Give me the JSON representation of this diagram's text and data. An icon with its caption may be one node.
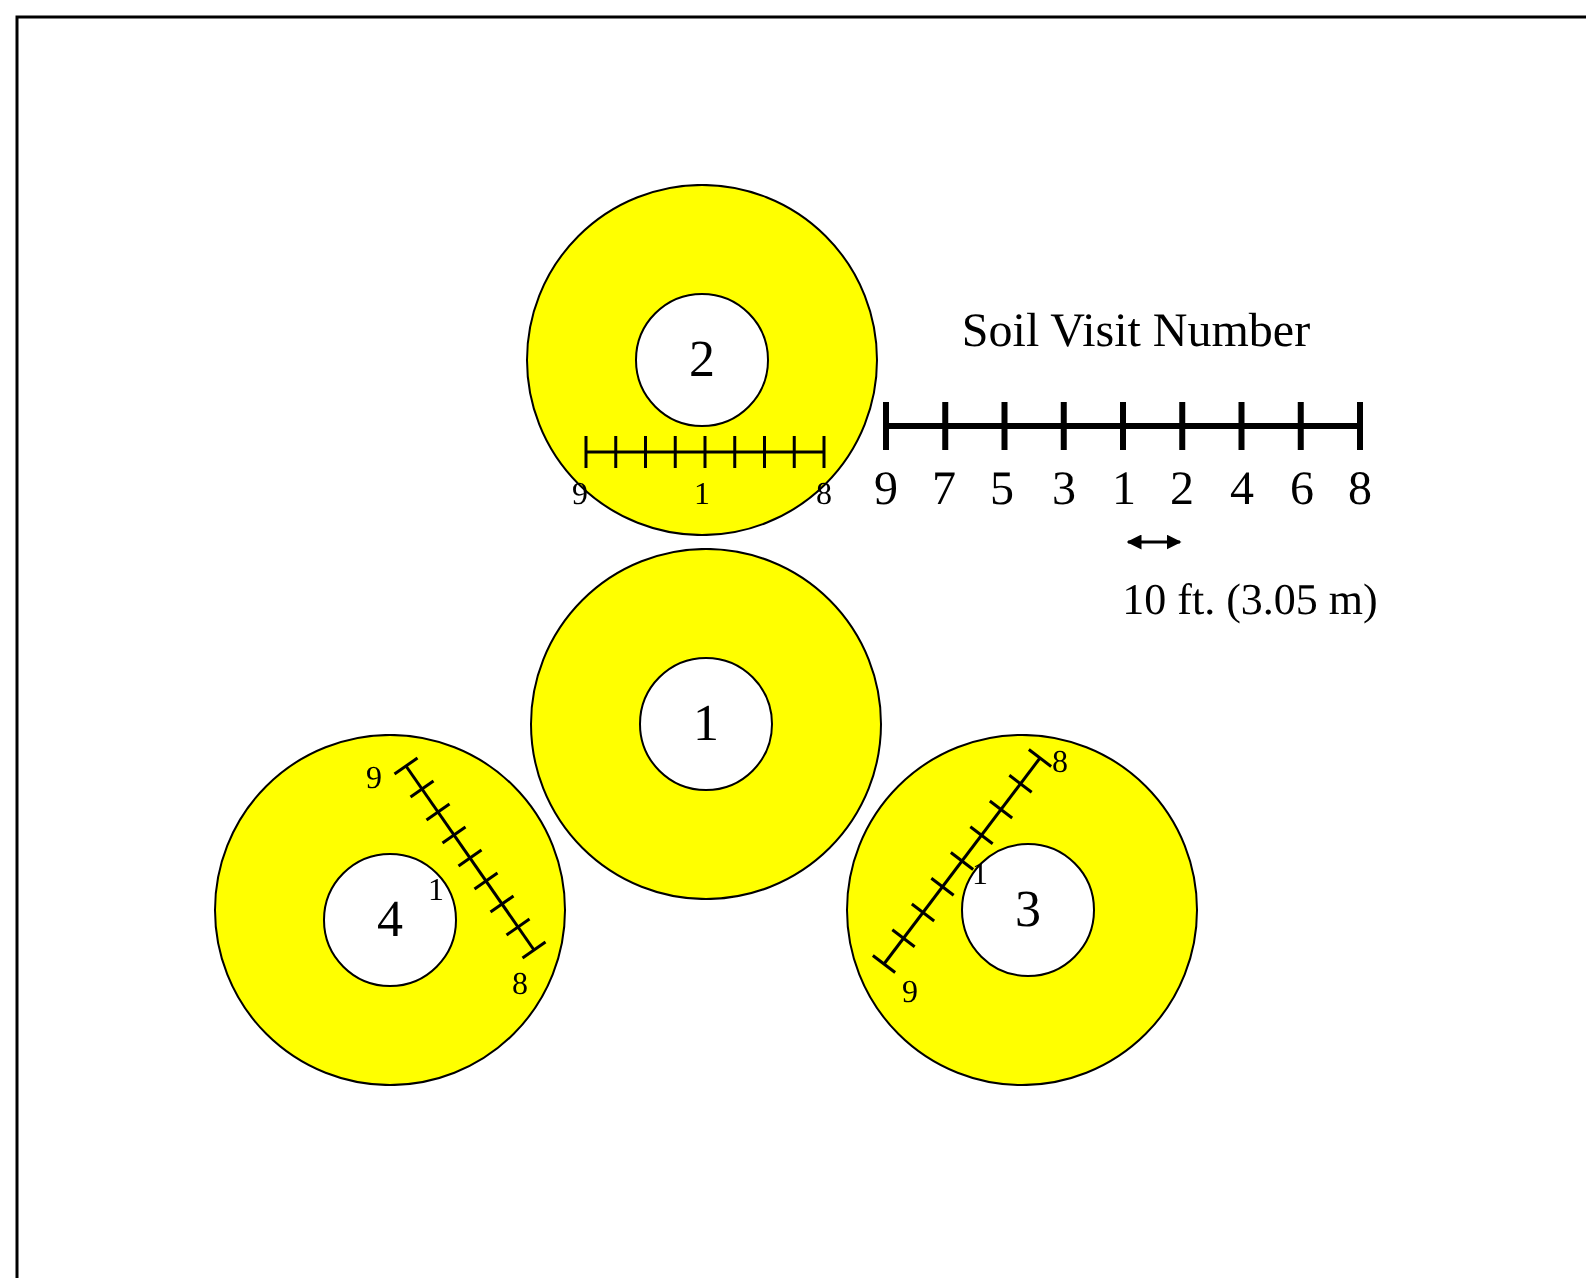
{
  "diagram": {
    "nodes": [
      {
        "text": [
          "2"
        ]
      },
      {
        "text": [
          "1"
        ]
      },
      {
        "text": [
          "4"
        ]
      },
      {
        "text": [
          "3"
        ]
      }
    ],
    "labels": [
      "Soil Visit Number",
      "9",
      "7",
      "5",
      "3",
      "1",
      "2",
      "4",
      "6",
      "8",
      "10 ft. (3.05 m)",
      "9",
      "1",
      "8",
      "9",
      "1",
      "8",
      "8",
      "1",
      "9"
    ]
  }
}
